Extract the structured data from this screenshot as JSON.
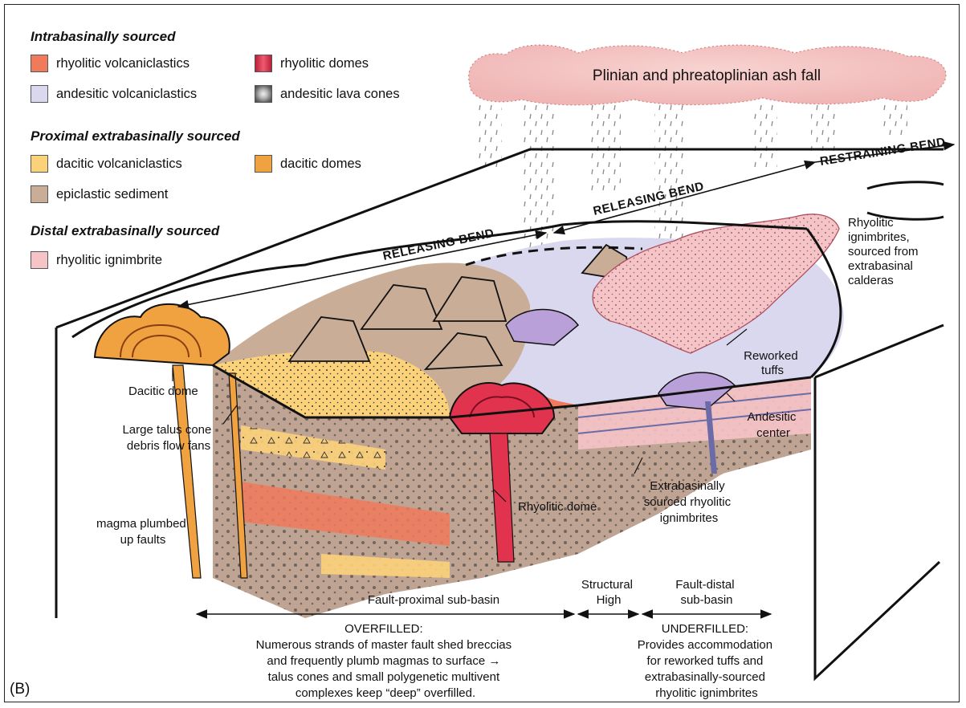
{
  "legend": {
    "intrabasinal": {
      "heading": "Intrabasinally sourced",
      "items": [
        {
          "label": "rhyolitic volcaniclastics",
          "color": "#f07a5a"
        },
        {
          "label": "rhyolitic domes",
          "color": "#e2334e"
        },
        {
          "label": "andesitic volcaniclastics",
          "color": "#d9d8ee"
        },
        {
          "label": "andesitic lava cones",
          "color": "#8a8a8a"
        }
      ]
    },
    "proximal": {
      "heading": "Proximal extrabasinally sourced",
      "items": [
        {
          "label": "dacitic volcaniclastics",
          "color": "#fbd27a"
        },
        {
          "label": "dacitic domes",
          "color": "#efa23f"
        },
        {
          "label": "epiclastic sediment",
          "color": "#c9ad96"
        }
      ]
    },
    "distal": {
      "heading": "Distal extrabasinally sourced",
      "items": [
        {
          "label": "rhyolitic ignimbrite",
          "color": "#f6c3c6"
        }
      ]
    }
  },
  "labels": {
    "ash_fall": "Plinian and phreatoplinian ash fall",
    "restraining_bend": "RESTRAINING BEND",
    "releasing_bend_1": "RELEASING BEND",
    "releasing_bend_2": "RELEASING BEND",
    "rhyolitic_ignimbrites": [
      "Rhyolitic",
      "ignimbrites,",
      "sourced from",
      "extrabasinal",
      "calderas"
    ],
    "reworked_tuffs": [
      "Reworked",
      "tuffs"
    ],
    "andesitic_center": [
      "Andesitic",
      "center"
    ],
    "dacitic_dome": "Dacitic dome",
    "talus_cone": [
      "Large talus cone",
      "debris flow fans"
    ],
    "magma_plumbed": [
      "magma plumbed",
      "up faults"
    ],
    "rhyolitic_dome": "Rhyolitic dome",
    "extrabasinal_ignimbrites": [
      "Extrabasinally",
      "sourced rhyolitic",
      "ignimbrites"
    ],
    "fault_proximal": "Fault-proximal sub-basin",
    "structural_high": [
      "Structural",
      "High"
    ],
    "fault_distal": [
      "Fault-distal",
      "sub-basin"
    ],
    "overfilled": [
      "OVERFILLED:",
      "Numerous strands of master fault shed breccias",
      "and frequently plumb magmas to surface →",
      "talus cones and small polygenetic multivent",
      "complexes keep “deep” overfilled."
    ],
    "underfilled": [
      "UNDERFILLED:",
      "Provides accommodation",
      "for reworked tuffs and",
      "extrabasinally-sourced",
      "rhyolitic ignimbrites"
    ],
    "panel_letter": "(B)"
  }
}
